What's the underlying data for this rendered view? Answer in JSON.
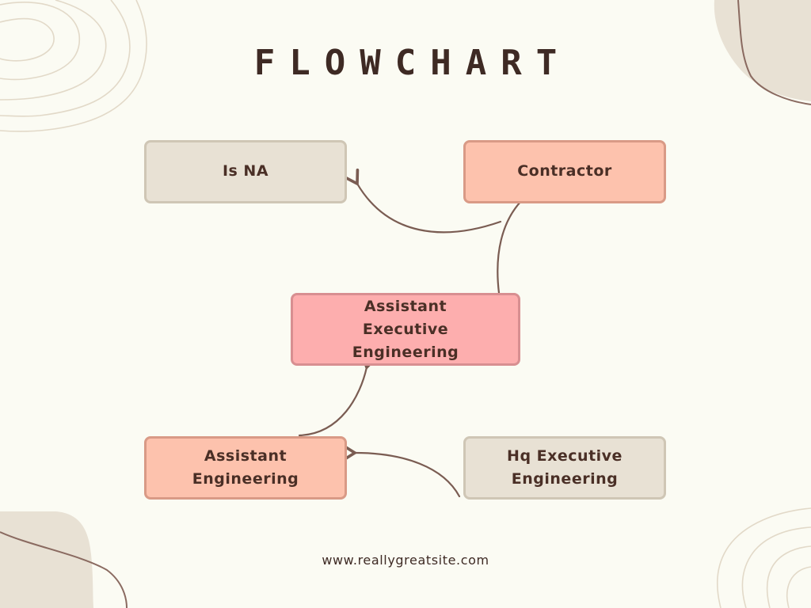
{
  "title": "FLOWCHART",
  "nodes": {
    "is_na": "Is NA",
    "contractor": "Contractor",
    "assistant_executive_engineering": "Assistant\nExecutive\nEngineering",
    "assistant_engineering": "Assistant\nEngineering",
    "hq_executive_engineering": "Hq Executive\nEngineering"
  },
  "edges": [
    {
      "from": "Hq Executive Engineering",
      "to": "Assistant Engineering"
    },
    {
      "from": "Assistant Engineering",
      "to": "Assistant Executive Engineering"
    },
    {
      "from": "Assistant Executive Engineering",
      "to": "Contractor"
    },
    {
      "from": "Contractor",
      "to": "Is NA"
    }
  ],
  "footer": "www.reallygreatsite.com",
  "colors": {
    "background": "#fbfbf3",
    "neutral_box": "#e8e1d4",
    "salmon_box": "#fdc2ad",
    "pink_box": "#fdaeae",
    "text": "#4a2f26",
    "decor_blob": "#e8e1d4",
    "arrow": "#7a5c52"
  }
}
